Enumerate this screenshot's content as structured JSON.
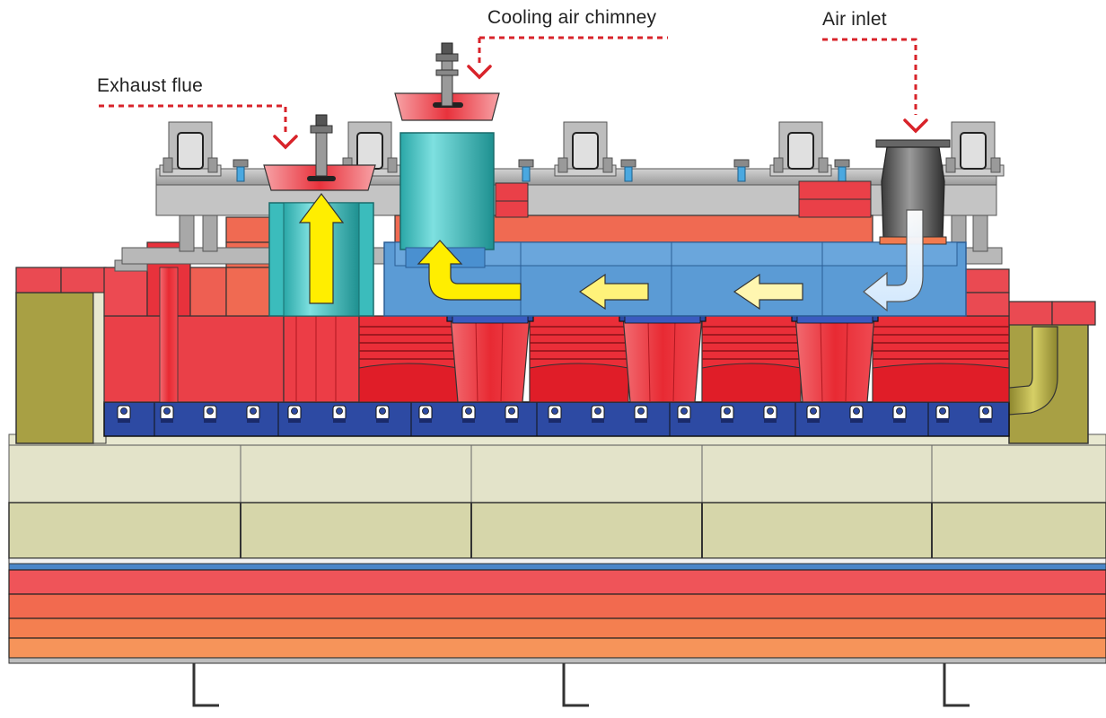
{
  "callouts": {
    "exhaust_flue": "Exhaust flue",
    "cooling_air_chimney": "Cooling air chimney",
    "air_inlet": "Air inlet"
  },
  "colors": {
    "callout_line": "#d8232a",
    "brick_red": "#e8323c",
    "brick_light": "#f0555b",
    "orange": "#f27a4e",
    "flue_teal": "#3bbcbc",
    "chamber_blue": "#5b9bd5",
    "base_blue": "#2d4aa3",
    "flow_arrow_yellow": "#ffee00",
    "flow_arrow_cream": "#fff6b0",
    "flow_arrow_white": "#ffffff",
    "steel_grey": "#b5b5b5",
    "concrete": "#e3e3c9",
    "olive": "#a8a044"
  }
}
